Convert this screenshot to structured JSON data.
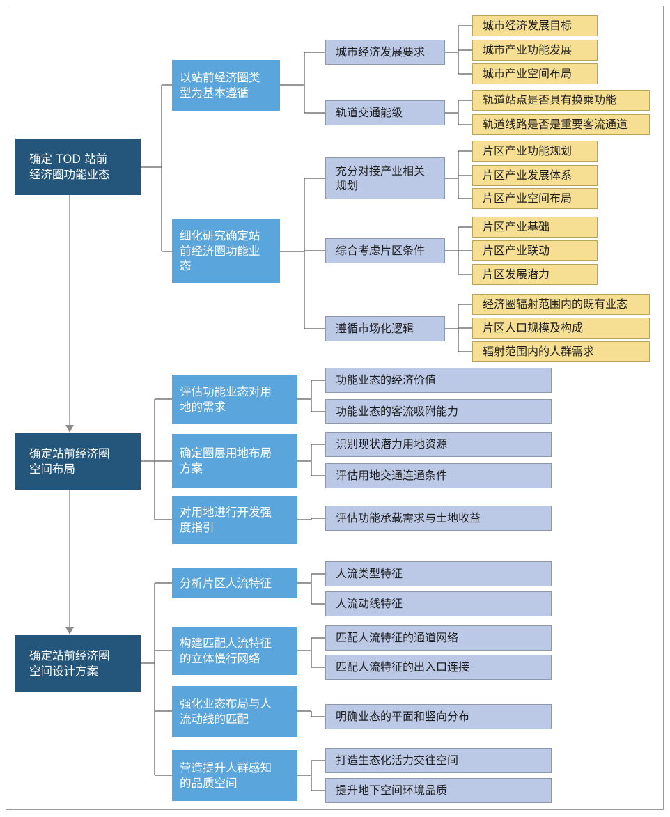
{
  "sections": [
    {
      "label": "确定 TOD 站前\n经济圈功能业态",
      "groups": [
        {
          "label": "以站前经济圈类\n型为基本遵循",
          "items": [
            {
              "label": "城市经济发展要求",
              "leaves": [
                "城市经济发展目标",
                "城市产业功能发展",
                "城市产业空间布局"
              ]
            },
            {
              "label": "轨道交通能级",
              "leaves": [
                "轨道站点是否具有换乘功能",
                "轨道线路是否是重要客流通道"
              ]
            }
          ]
        },
        {
          "label": "细化研究确定站\n前经济圈功能业\n态",
          "items": [
            {
              "label": "充分对接产业相关\n规划",
              "leaves": [
                "片区产业功能规划",
                "片区产业发展体系",
                "片区产业空间布局"
              ]
            },
            {
              "label": "综合考虑片区条件",
              "leaves": [
                "片区产业基础",
                "片区产业联动",
                "片区发展潜力"
              ]
            },
            {
              "label": "遵循市场化逻辑",
              "leaves": [
                "经济圈辐射范围内的既有业态",
                "片区人口规模及构成",
                "辐射范围内的人群需求"
              ]
            }
          ]
        }
      ]
    },
    {
      "label": "确定站前经济圈\n空间布局",
      "groups": [
        {
          "label": "评估功能业态对用\n地的需求",
          "items": [
            "功能业态的经济价值",
            "功能业态的客流吸附能力"
          ]
        },
        {
          "label": "确定圈层用地布局\n方案",
          "items": [
            "识别现状潜力用地资源",
            "评估用地交通连通条件"
          ]
        },
        {
          "label": "对用地进行开发强\n度指引",
          "items": [
            "评估功能承载需求与土地收益"
          ]
        }
      ]
    },
    {
      "label": "确定站前经济圈\n空间设计方案",
      "groups": [
        {
          "label": "分析片区人流特征",
          "items": [
            "人流类型特征",
            "人流动线特征"
          ]
        },
        {
          "label": "构建匹配人流特征\n的立体慢行网络",
          "items": [
            "匹配人流特征的通道网络",
            "匹配人流特征的出入口连接"
          ]
        },
        {
          "label": "强化业态布局与人\n流动线的匹配",
          "items": [
            "明确业态的平面和竖向分布"
          ]
        },
        {
          "label": "营造提升人群感知\n的品质空间",
          "items": [
            "打造生态化活力交往空间",
            "提升地下空间环境品质"
          ]
        }
      ]
    }
  ],
  "colors": {
    "level1": "#24557a",
    "level2": "#5aa6dc",
    "level3": "#bcc9e6",
    "level4": "#f6df93",
    "connector": "#5a5a5a",
    "flow_arrow": "#8c8c8c"
  }
}
